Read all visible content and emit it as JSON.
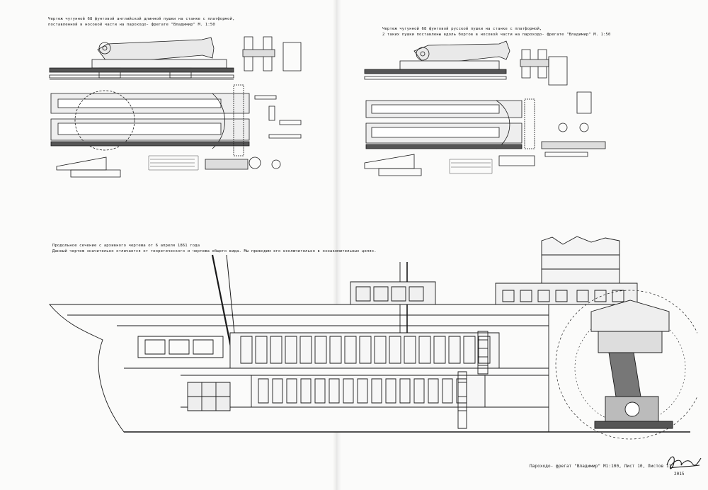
{
  "captions": {
    "english_gun": [
      "Чертеж чугунной 68 фунтовой английской длинной пушки на станке с платформой,",
      "поставленной в носовой части на пароходо- фрегате \"Владимир\" М. 1:50"
    ],
    "russian_gun": [
      "Чертеж чугунной 68 фунтовой русской пушки на станке с платформой,",
      "2 таких пушки поставлены вдоль бортов в носовой части на пароходо- фрегате \"Владимир\" М. 1:50"
    ],
    "section": [
      "Продольное сечение с архивного чертежа от 6 апреля 1861 года",
      "Данный чертеж значительно отличается от теоретического и чертежа общего вида. Мы приводим его исключительно в ознакомительных целях."
    ]
  },
  "footer": {
    "text": "Пароходо- фрегат \"Владимир\" М1:100, Лист 10, Листов 11"
  },
  "signature": {
    "year": "2015"
  },
  "colors": {
    "ink": "#1a1a1a",
    "paper": "#fbfbfa"
  }
}
